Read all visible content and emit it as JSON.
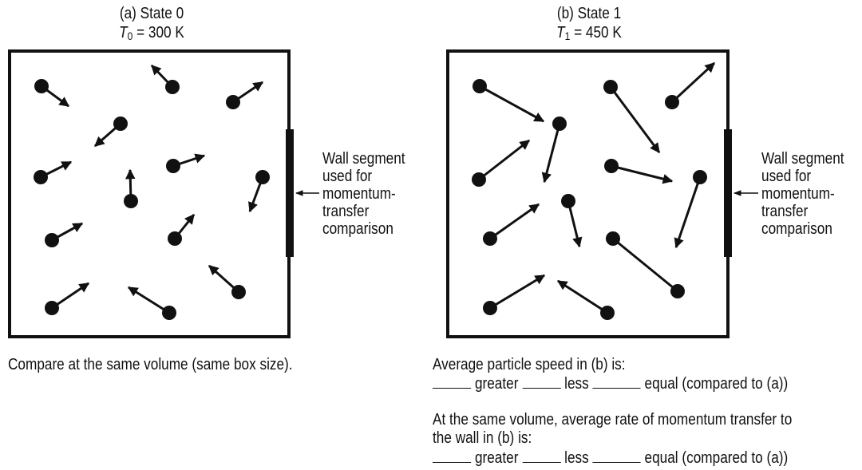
{
  "panel_a": {
    "title": "(a) State 0",
    "temp_symbol": "T",
    "temp_subscript": "0",
    "temp_value": "= 300 K"
  },
  "panel_b": {
    "title": "(b) State 1",
    "temp_symbol": "T",
    "temp_subscript": "1",
    "temp_value": "= 450 K"
  },
  "wall_label": {
    "line1": "Wall segment",
    "line2": "used for",
    "line3": "momentum-",
    "line4": "transfer",
    "line5": "comparison"
  },
  "note": "Compare at the same volume (same box size).",
  "question1": {
    "prompt": "Average particle speed in (b) is:",
    "opt1": "greater",
    "opt2": "less",
    "opt3": "equal (compared to (a))"
  },
  "question2": {
    "prompt_line1": "At the same volume, average rate of momentum transfer to",
    "prompt_line2": "the wall in (b) is:",
    "opt1": "greater",
    "opt2": "less",
    "opt3": "equal (compared to (a))"
  }
}
